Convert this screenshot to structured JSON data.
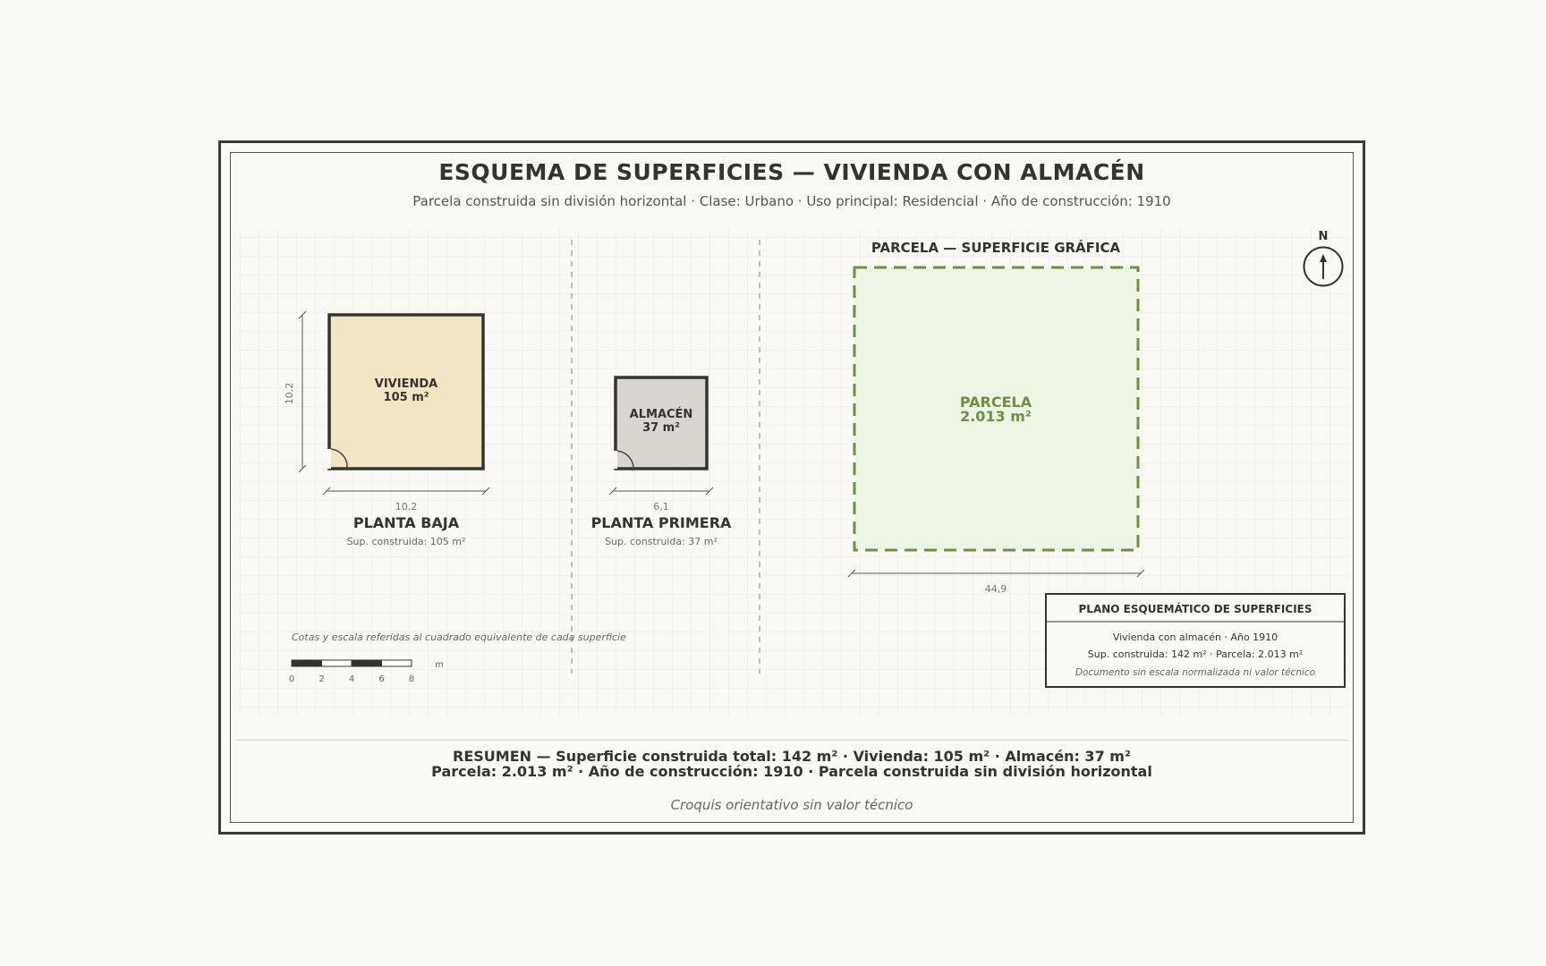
{
  "title": "ESQUEMA DE SUPERFICIES — VIVIENDA CON ALMACÉN",
  "subtitle": "Parcela construida sin división horizontal  ·  Clase: Urbano  ·  Uso principal: Residencial  ·  Año de construcción: 1910",
  "north_label": "N",
  "plan_baja": {
    "room_name": "VIVIENDA",
    "room_area": "105 m²",
    "dim_width": "10,2",
    "dim_height": "10,2",
    "label": "PLANTA BAJA",
    "sub": "Sup. construida: 105 m²",
    "fill": "#f2e5c4"
  },
  "plan_primera": {
    "room_name": "ALMACÉN",
    "room_area": "37 m²",
    "dim_width": "6,1",
    "label": "PLANTA PRIMERA",
    "sub": "Sup. construida: 37 m²",
    "fill": "#d9d6cf"
  },
  "parcela": {
    "heading": "PARCELA — SUPERFICIE GRÁFICA",
    "name": "PARCELA",
    "area": "2.013 m²",
    "dim_width": "44,9",
    "fill": "#edf5e4",
    "stroke": "#6e8f46"
  },
  "scale": {
    "note": "Cotas y escala referidas al cuadrado equivalente de cada superficie",
    "ticks": [
      "0",
      "2",
      "4",
      "6",
      "8"
    ],
    "unit": "m"
  },
  "legend_box": {
    "title": "PLANO ESQUEMÁTICO DE SUPERFICIES",
    "line1": "Vivienda con almacén · Año 1910",
    "line2": "Sup. construida: 142 m²  ·  Parcela: 2.013 m²",
    "line3": "Documento sin escala normalizada ni valor técnico"
  },
  "summary": {
    "line1": "RESUMEN — Superficie construida total: 142 m²   ·   Vivienda: 105 m²   ·   Almacén: 37 m²",
    "line2": "Parcela: 2.013 m²   ·   Año de construcción: 1910   ·   Parcela construida sin división horizontal"
  },
  "footnote": "Croquis orientativo sin valor técnico"
}
